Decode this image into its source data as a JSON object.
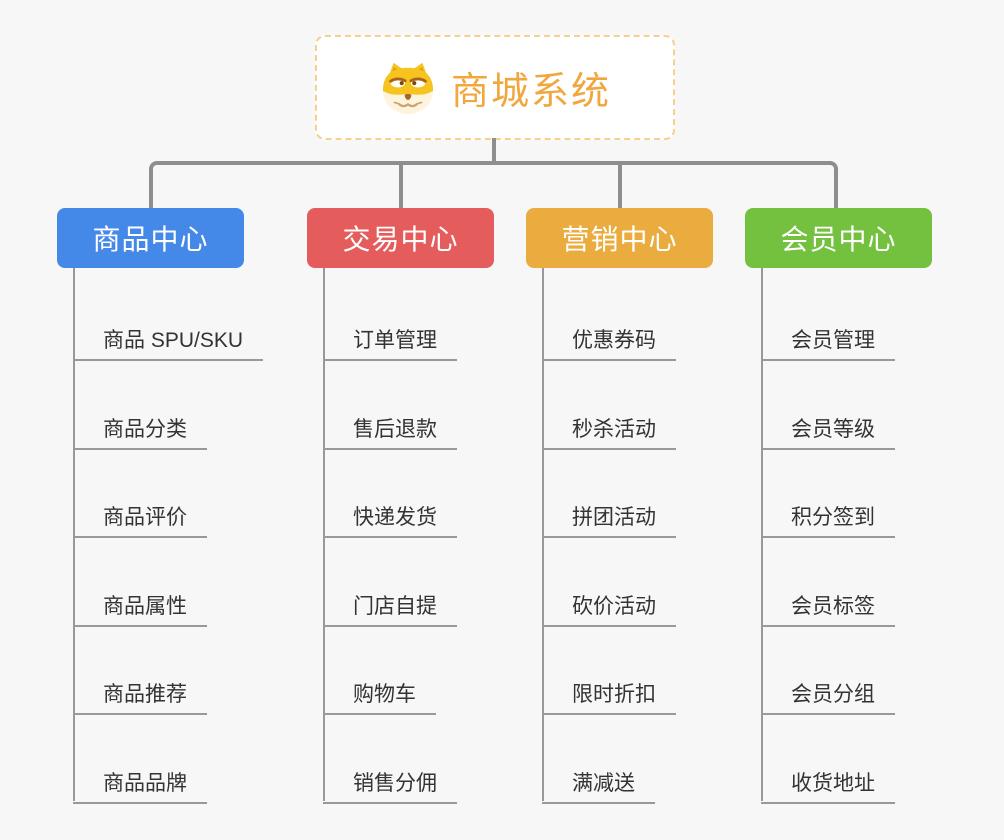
{
  "root": {
    "title": "商城系统",
    "icon": "dog-face-icon",
    "title_color": "#f0a73e",
    "border_color": "#f6d08c"
  },
  "connector_color": "#8e8e8e",
  "child_line_color": "#999999",
  "branches": [
    {
      "label": "商品中心",
      "color": "#4589e8",
      "children": [
        "商品 SPU/SKU",
        "商品分类",
        "商品评价",
        "商品属性",
        "商品推荐",
        "商品品牌"
      ]
    },
    {
      "label": "交易中心",
      "color": "#e45c5c",
      "children": [
        "订单管理",
        "售后退款",
        "快递发货",
        "门店自提",
        "购物车",
        "销售分佣"
      ]
    },
    {
      "label": "营销中心",
      "color": "#ebac3f",
      "children": [
        "优惠券码",
        "秒杀活动",
        "拼团活动",
        "砍价活动",
        "限时折扣",
        "满减送"
      ]
    },
    {
      "label": "会员中心",
      "color": "#74c13f",
      "children": [
        "会员管理",
        "会员等级",
        "积分签到",
        "会员标签",
        "会员分组",
        "收货地址"
      ]
    }
  ]
}
